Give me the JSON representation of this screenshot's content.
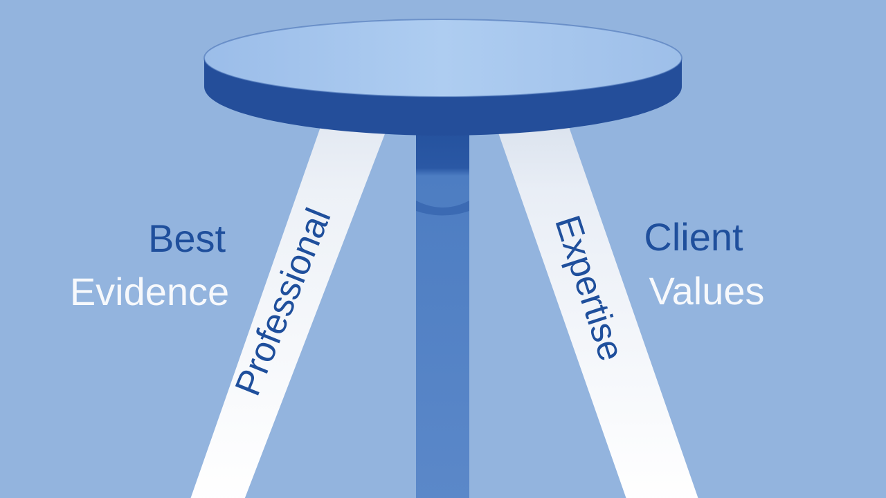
{
  "labels": {
    "left": {
      "line1": "Best",
      "line2": "Evidence"
    },
    "right": {
      "line1": "Client",
      "line2": "Values"
    }
  },
  "legs": {
    "left_text": "Professional",
    "right_text": "Expertise"
  },
  "colors": {
    "background": "#93b4de",
    "seat_top": "#a9c8ee",
    "seat_rim": "#244e9a",
    "center_leg": "#4f7fc4",
    "side_legs": "#f4f6fa",
    "label_blue": "#1f4f9c",
    "label_white": "#f7f9fc"
  }
}
